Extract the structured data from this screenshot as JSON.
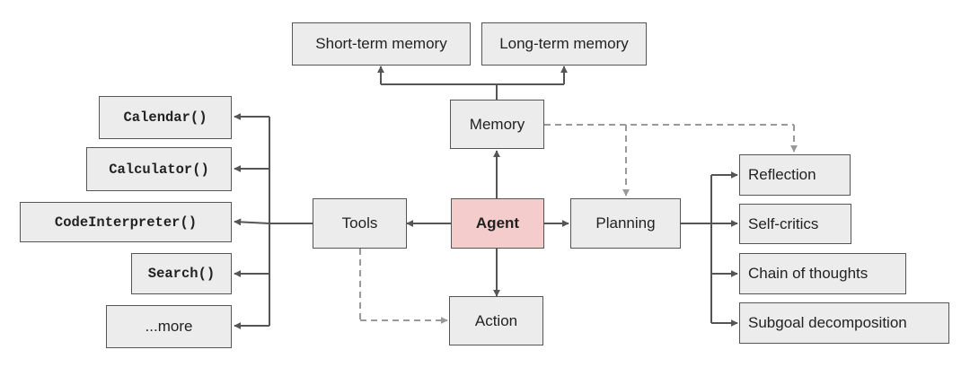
{
  "memory": {
    "short_term": "Short-term memory",
    "long_term": "Long-term memory",
    "label": "Memory"
  },
  "tools": {
    "label": "Tools",
    "items": [
      "Calendar()",
      "Calculator()",
      "CodeInterpreter()",
      "Search()",
      "...more"
    ]
  },
  "agent": {
    "label": "Agent",
    "color": "#f4cccc"
  },
  "planning": {
    "label": "Planning",
    "items": [
      "Reflection",
      "Self-critics",
      "Chain of thoughts",
      "Subgoal decomposition"
    ]
  },
  "action": {
    "label": "Action"
  },
  "colors": {
    "box_fill": "#ececec",
    "border": "#555555",
    "solid_arrow": "#555555",
    "dashed_arrow": "#999999"
  }
}
